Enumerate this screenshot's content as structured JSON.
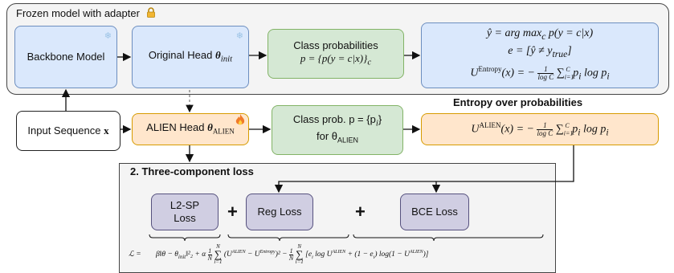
{
  "frozen_group": {
    "title": "Frozen model with adapter"
  },
  "nodes": {
    "backbone": "Backbone Model",
    "original_head": "Original Head",
    "original_head_sym": "θ",
    "original_head_sub": "init",
    "class_probs_title": "Class probabilities",
    "class_probs_eq": "p = {p(y = c|x)}",
    "class_probs_sub": "c",
    "input_sequence": "Input Sequence",
    "input_sequence_sym": "x",
    "alien_head": "ALIEN Head",
    "alien_head_sym": "θ",
    "alien_head_sub": "ALIEN",
    "alien_prob_line1": "Class prob. p = {p",
    "alien_prob_line1_sub": "i",
    "alien_prob_line1_end": "}",
    "alien_prob_line2": "for θ",
    "alien_prob_line2_sub": "ALIEN"
  },
  "equations": {
    "yhat": "ŷ = arg max",
    "yhat_sub": "c",
    "yhat_end": " p(y = c|x)",
    "err": "e = [ŷ ≠ y",
    "err_sub": "true",
    "err_end": "]",
    "u_entropy_lhs": "U",
    "u_entropy_sup": "Entropy",
    "u_entropy_rhs": "(x) = −",
    "frac_num": "1",
    "frac_den": "log C",
    "sum_part": "∑",
    "sum_sup": "C",
    "sum_sub": "i=1",
    "sum_body": " p",
    "sum_i": "i",
    "log_part": " log p",
    "u_alien_lhs": "U",
    "u_alien_sup": "ALIEN",
    "u_alien_rhs": "(x) = −"
  },
  "labels": {
    "entropy_over_probs": "Entropy over probabilities"
  },
  "loss_section": {
    "title": "2. Three-component loss",
    "l2sp_line1": "L2-SP",
    "l2sp_line2": "Loss",
    "reg": "Reg Loss",
    "bce": "BCE Loss",
    "plus": "+",
    "formula": {
      "lhs": "ℒ =",
      "term1": "β‖θ − θ",
      "term1_sub": "init",
      "term1_end": "‖²₂ + α",
      "frac1_num": "1",
      "frac1_den": "N",
      "sum1": "∑",
      "sum1_sup": "N",
      "sum1_sub": "i=1",
      "term2": "(U",
      "term2_sup1": "ALIEN",
      "term2_mid": " − U",
      "term2_sup2": "Entropy",
      "term2_end": ")² −",
      "frac2_num": "1",
      "frac2_den": "N",
      "sum2": "∑",
      "sum2_sup": "N",
      "sum2_sub": "i=1",
      "term3": "[e",
      "term3_a": " log U",
      "term3_sup1": "ALIEN",
      "term3_b": " + (1 − e",
      "term3_c": ") log(1 − U",
      "term3_sup2": "ALIEN",
      "term3_end": ")]"
    }
  },
  "icons": {
    "lock": "lock-icon",
    "snowflake": "snowflake-icon",
    "fire": "fire-icon"
  },
  "colors": {
    "blue_fill": "#dae8fc",
    "green_fill": "#d5e8d4",
    "orange_fill": "#ffe6cc",
    "purple_fill": "#d0cee2"
  }
}
